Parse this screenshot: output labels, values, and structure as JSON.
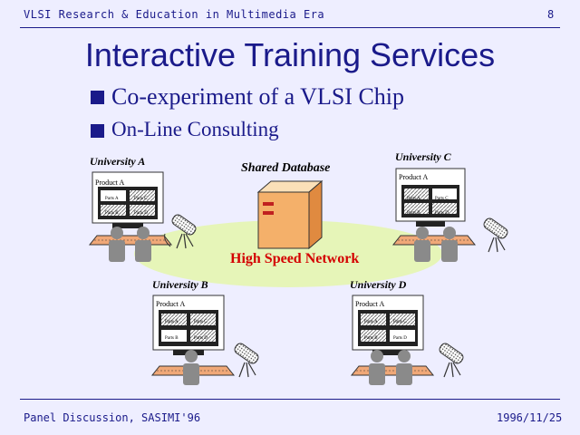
{
  "header": {
    "title": "VLSI Research & Education in Multimedia Era",
    "page": "8"
  },
  "slide": {
    "title": "Interactive Training Services",
    "bullets": [
      "Co-experiment of a VLSI Chip",
      "On-Line Consulting"
    ]
  },
  "diagram": {
    "database_label": "Shared Database",
    "network_label": "High Speed Network",
    "universities": [
      {
        "label": "University A",
        "product": "Product A",
        "parts": [
          "Parts A",
          "Parts C",
          "Parts B",
          "Parts D"
        ]
      },
      {
        "label": "University B",
        "product": "Product A",
        "parts": [
          "Parts A",
          "Parts C",
          "Parts B",
          "Parts D"
        ]
      },
      {
        "label": "University C",
        "product": "Product A",
        "parts": [
          "Parts A",
          "Parts C",
          "Parts B",
          "Parts D"
        ]
      },
      {
        "label": "University D",
        "product": "Product A",
        "parts": [
          "Parts A",
          "Parts C",
          "Parts B",
          "Parts D"
        ]
      }
    ]
  },
  "footer": {
    "left": "Panel Discussion, SASIMI'96",
    "right": "1996/11/25"
  },
  "colors": {
    "text": "#1a1a8a",
    "background": "#eeeeff",
    "network": "#e6f5b8",
    "server": "#f4b06a",
    "accent": "#d40000"
  }
}
